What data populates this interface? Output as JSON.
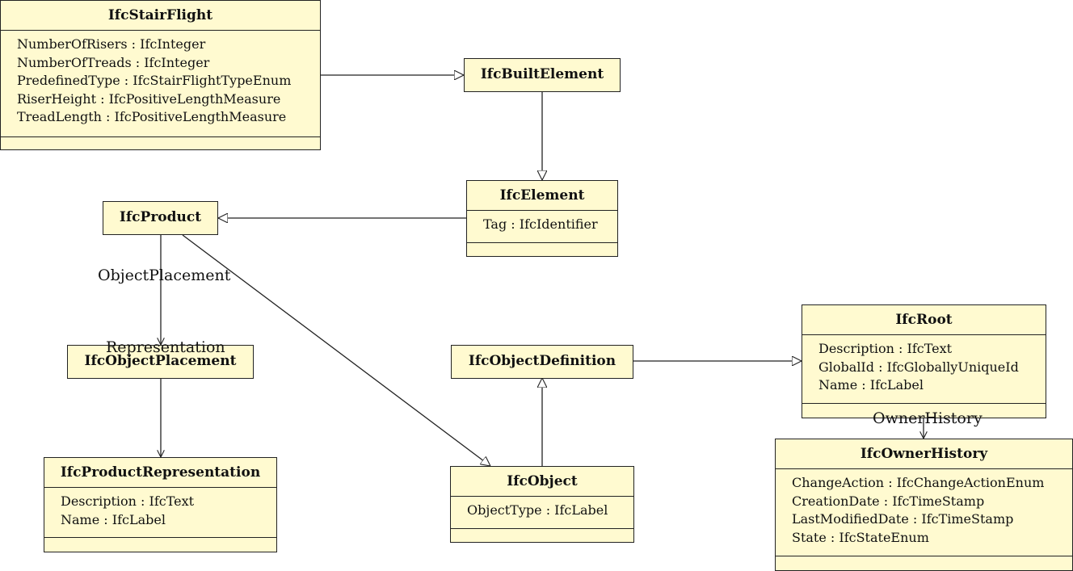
{
  "classes": {
    "stair_flight": {
      "name": "IfcStairFlight",
      "attributes": [
        "NumberOfRisers : IfcInteger",
        "NumberOfTreads : IfcInteger",
        "PredefinedType : IfcStairFlightTypeEnum",
        "RiserHeight : IfcPositiveLengthMeasure",
        "TreadLength : IfcPositiveLengthMeasure"
      ]
    },
    "built_element": {
      "name": "IfcBuiltElement"
    },
    "element": {
      "name": "IfcElement",
      "attributes": [
        "Tag : IfcIdentifier"
      ]
    },
    "product": {
      "name": "IfcProduct"
    },
    "object_placement": {
      "name": "IfcObjectPlacement"
    },
    "product_representation": {
      "name": "IfcProductRepresentation",
      "attributes": [
        "Description : IfcText",
        "Name : IfcLabel"
      ]
    },
    "object_definition": {
      "name": "IfcObjectDefinition"
    },
    "object": {
      "name": "IfcObject",
      "attributes": [
        "ObjectType : IfcLabel"
      ]
    },
    "root": {
      "name": "IfcRoot",
      "attributes": [
        "Description : IfcText",
        "GlobalId : IfcGloballyUniqueId",
        "Name : IfcLabel"
      ]
    },
    "owner_history": {
      "name": "IfcOwnerHistory",
      "attributes": [
        "ChangeAction : IfcChangeActionEnum",
        "CreationDate : IfcTimeStamp",
        "LastModifiedDate : IfcTimeStamp",
        "State : IfcStateEnum"
      ]
    }
  },
  "associations": {
    "object_placement": "ObjectPlacement",
    "representation": "Representation",
    "owner_history": "OwnerHistory"
  }
}
